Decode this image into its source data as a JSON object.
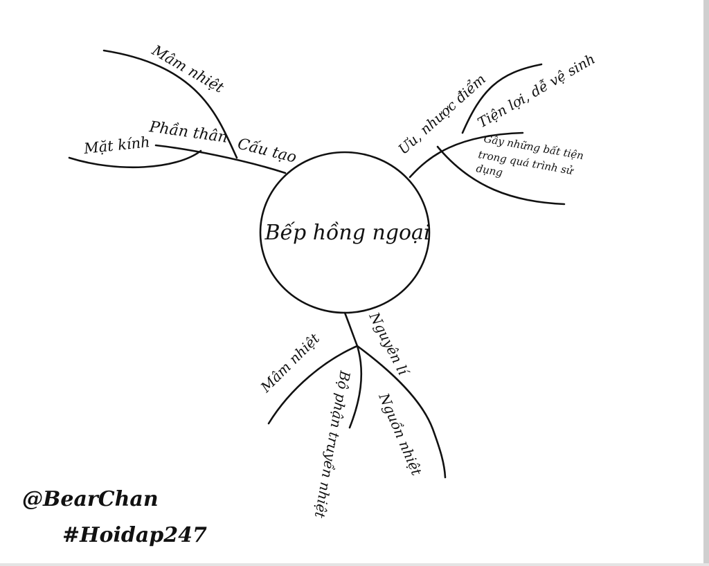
{
  "center": "Bếp hồng ngoại",
  "branches": {
    "cau_tao": {
      "label": "Cấu tạo",
      "children": [
        "Mâm nhiệt",
        "Phần thân",
        "Mặt kính"
      ]
    },
    "uu_nhuoc_diem": {
      "label": "Ưu, nhược điểm",
      "children": [
        "Tiện lợi, dễ vệ sinh",
        "Gây những bất tiện",
        "trong quá trình sử",
        "dụng"
      ]
    },
    "nguyen_li": {
      "label": "Nguyên lí",
      "children": [
        "Mâm nhiệt",
        "Bộ phận truyền nhiệt",
        "Nguồn nhiệt"
      ]
    }
  },
  "watermark": {
    "author": "@BearChan",
    "tag": "#Hoidap247"
  }
}
